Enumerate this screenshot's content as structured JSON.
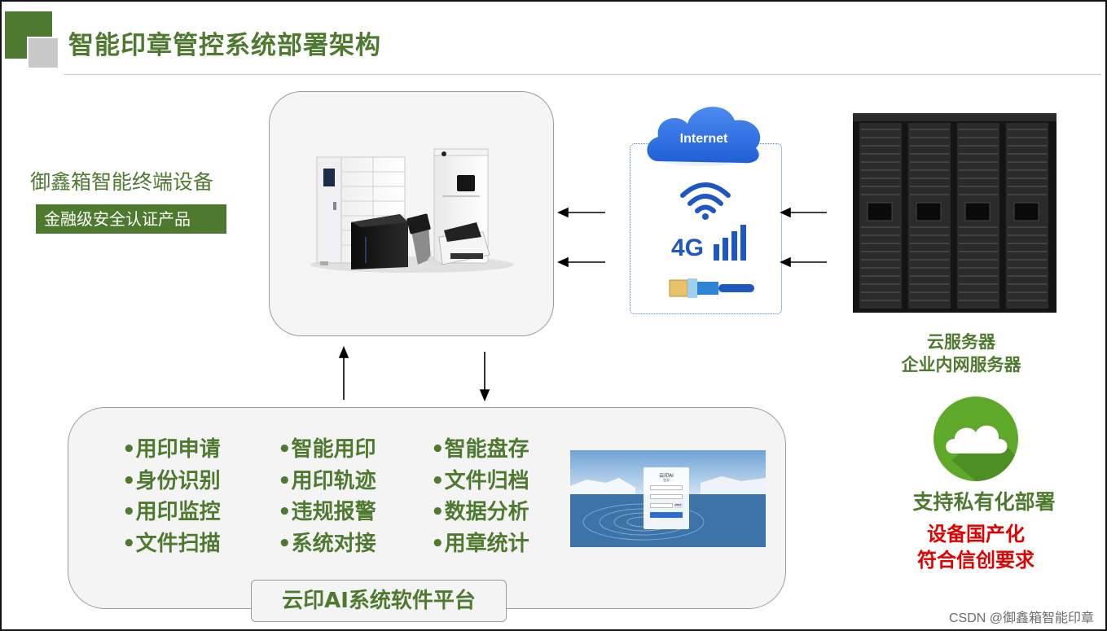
{
  "header": {
    "title": "智能印章管控系统部署架构"
  },
  "terminal": {
    "label": "御鑫箱智能终端设备",
    "badge": "金融级安全认证产品"
  },
  "network": {
    "cloud_label": "Internet",
    "lte_label": "4G"
  },
  "server": {
    "line1": "云服务器",
    "line2": "企业内网服务器"
  },
  "private_cloud": {
    "label": "支持私有化部署",
    "line1": "设备国产化",
    "line2": "符合信创要求"
  },
  "software": {
    "title": "云印AI系统软件平台",
    "col1": [
      "•用印申请",
      "•身份识别",
      "•用印监控",
      "•文件扫描"
    ],
    "col2": [
      "•智能用印",
      "•用印轨迹",
      "•违规报警",
      "•系统对接"
    ],
    "col3": [
      "•智能盘存",
      "•文件归档",
      "•数据分析",
      "•用章统计"
    ]
  },
  "login_preview": {
    "title": "云印AI",
    "subtitle": "登录",
    "captcha": "aHfsT"
  },
  "watermark": "CSDN @御鑫箱智能印章",
  "colors": {
    "brand_green": "#4e7a2f",
    "accent_red": "#e10000",
    "network_blue": "#1e56c2"
  }
}
